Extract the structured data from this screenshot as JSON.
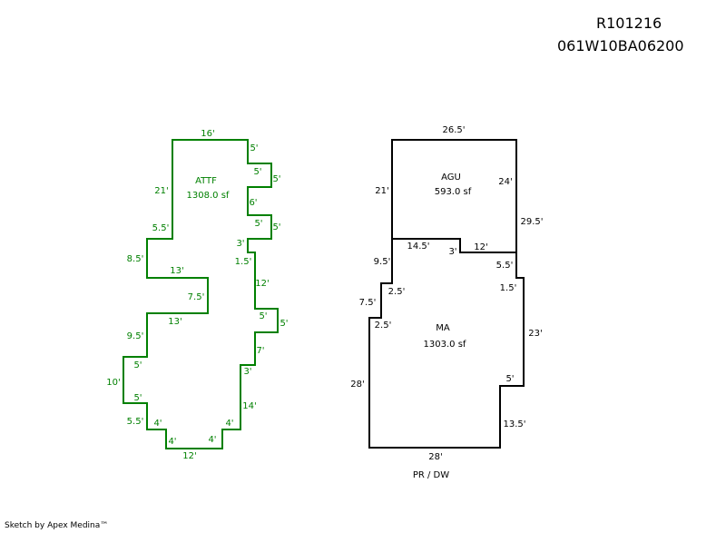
{
  "header": {
    "parcel_id": "R101216",
    "map_tax_lot": "061W10BA06200"
  },
  "footer": {
    "credit": "Sketch by Apex Medina™"
  },
  "colors": {
    "attf": "#008000",
    "main": "#000000"
  },
  "attf": {
    "name": "ATTF",
    "area": "1308.0 sf",
    "dimensions": [
      "16'",
      "5'",
      "5'",
      "5'",
      "6'",
      "5'",
      "5'",
      "3'",
      "1.5'",
      "12'",
      "5'",
      "5'",
      "7'",
      "3'",
      "14'",
      "4'",
      "4'",
      "12'",
      "4'",
      "4'",
      "5.5'",
      "5'",
      "10'",
      "5'",
      "9.5'",
      "13'",
      "7.5'",
      "13'",
      "8.5'",
      "5.5'",
      "21'"
    ]
  },
  "agu": {
    "name": "AGU",
    "area": "593.0 sf",
    "dimensions": [
      "26.5'",
      "21'",
      "24'",
      "14.5'",
      "3'",
      "12'"
    ]
  },
  "ma": {
    "name": "MA",
    "area": "1303.0 sf",
    "dimensions": [
      "29.5'",
      "9.5'",
      "5.5'",
      "2.5'",
      "1.5'",
      "7.5'",
      "2.5'",
      "23'",
      "5'",
      "28'",
      "13.5'",
      "28'"
    ]
  },
  "notes": {
    "bottom_label": "PR / DW"
  }
}
